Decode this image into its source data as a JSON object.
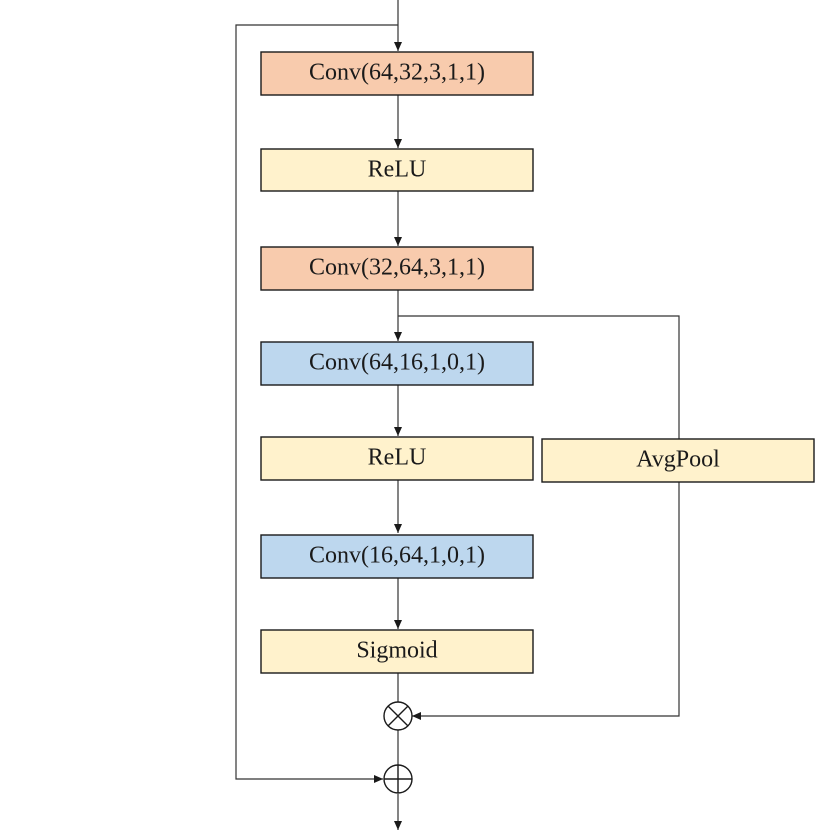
{
  "colors": {
    "conv_main": "#F8CBAD",
    "conv_attention": "#BDD7EE",
    "activation": "#FFF2CC",
    "border": "#1a1a1a",
    "line": "#333333"
  },
  "blocks": [
    {
      "id": "conv1",
      "label": "Conv(64,32,3,1,1)",
      "color": "#F8CBAD"
    },
    {
      "id": "relu1",
      "label": "ReLU",
      "color": "#FFF2CC"
    },
    {
      "id": "conv2",
      "label": "Conv(32,64,3,1,1)",
      "color": "#F8CBAD"
    },
    {
      "id": "conv3",
      "label": "Conv(64,16,1,0,1)",
      "color": "#BDD7EE"
    },
    {
      "id": "relu2",
      "label": "ReLU",
      "color": "#FFF2CC"
    },
    {
      "id": "conv4",
      "label": "Conv(16,64,1,0,1)",
      "color": "#BDD7EE"
    },
    {
      "id": "sigmoid",
      "label": "Sigmoid",
      "color": "#FFF2CC"
    },
    {
      "id": "avgpool",
      "label": "AvgPool",
      "color": "#FFF2CC"
    }
  ],
  "operators": {
    "multiply": "multiply-icon",
    "add": "add-icon"
  }
}
